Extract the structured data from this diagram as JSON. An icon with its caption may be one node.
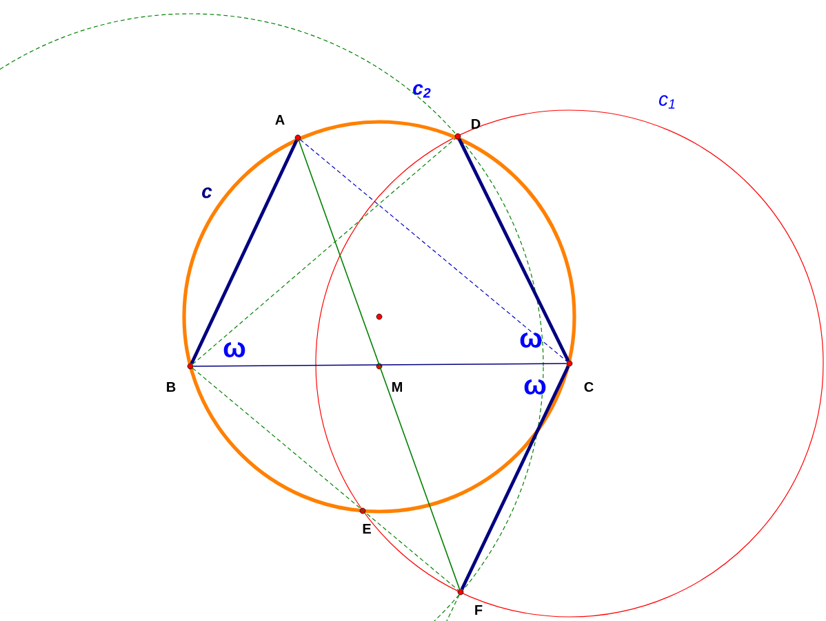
{
  "diagram": {
    "nodes": [
      {
        "text": [
          "A"
        ]
      },
      {
        "text": [
          "D"
        ]
      },
      {
        "text": [],
        "shape": "circle"
      },
      {
        "text": [
          "B"
        ]
      },
      {
        "text": [
          "M"
        ]
      },
      {
        "text": [
          "C"
        ]
      },
      {
        "text": [
          "E"
        ]
      },
      {
        "text": [
          "F"
        ]
      }
    ],
    "edges": [
      {
        "from": 0,
        "to": 3,
        "arrow": "none",
        "style": "thick",
        "color": "#000080"
      },
      {
        "from": 1,
        "to": 5,
        "arrow": "none",
        "style": "thick",
        "color": "#000080"
      },
      {
        "from": 5,
        "to": 7,
        "arrow": "none",
        "style": "thick",
        "color": "#000080"
      },
      {
        "from": 3,
        "to": 5,
        "arrow": "none",
        "color": "#000080"
      },
      {
        "from": 0,
        "to": 5,
        "arrow": "none",
        "style": "dashed",
        "color": "#0000c0"
      },
      {
        "from": 0,
        "to": 7,
        "arrow": "none",
        "color": "#008000"
      },
      {
        "from": 3,
        "to": 1,
        "arrow": "none",
        "style": "dashed",
        "color": "#008000"
      },
      {
        "from": 3,
        "to": 7,
        "arrow": "none",
        "style": "dashed",
        "color": "#008000"
      },
      {
        "from": 7,
        "to": null,
        "arrow": "none",
        "style": "dashed",
        "color": "#008000"
      }
    ],
    "labels": [
      "c",
      "c$_{2}$",
      "c$_{1}$",
      "ω",
      "ω",
      "ω"
    ]
  }
}
